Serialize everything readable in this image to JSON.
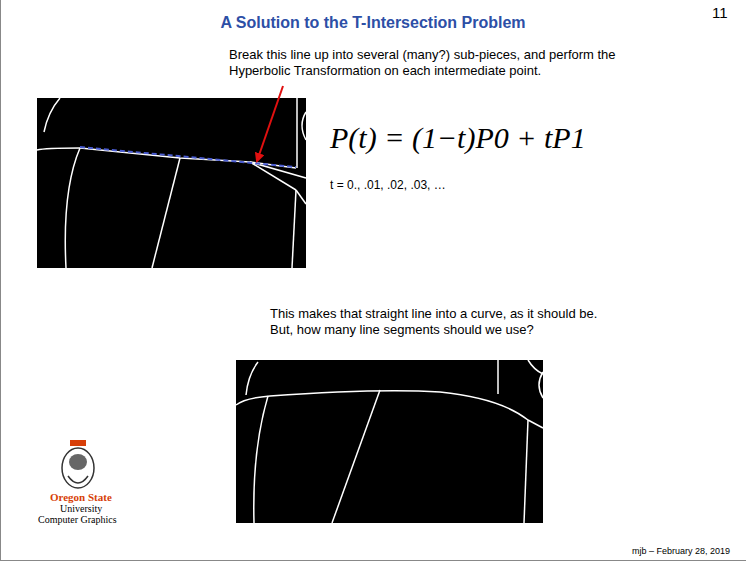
{
  "diagram": {
    "title": "A Solution to the T-Intersection Problem",
    "labels": [
      "11",
      "Break this line up into several (many?) sub-pieces, and perform the Hyperbolic Transformation on each intermediate point.",
      "P(t) = (1−t)P0 + tP1",
      "t = 0., .01, .02, .03, …",
      "This makes that straight line into a curve, as it should be.  But, how many line segments should we use?",
      "Oregon State",
      "University",
      "Computer Graphics",
      "mjb – February 28, 2019"
    ]
  }
}
